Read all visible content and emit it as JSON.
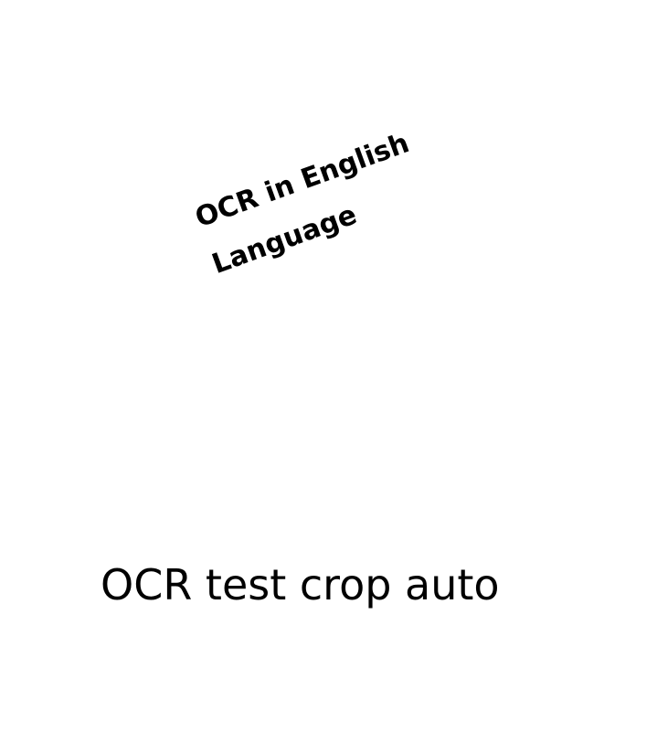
{
  "document": {
    "rotated_text": {
      "line1": "OCR in English",
      "line2": "Language"
    },
    "caption": "OCR test crop auto",
    "background_color": "#ffffff",
    "text_color": "#000000"
  }
}
